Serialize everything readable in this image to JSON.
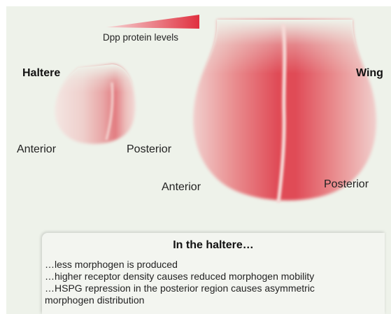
{
  "legend": {
    "label": "Dpp protein levels"
  },
  "haltere": {
    "name": "Haltere",
    "anterior": "Anterior",
    "posterior": "Posterior"
  },
  "wing": {
    "name": "Wing",
    "anterior": "Anterior",
    "posterior": "Posterior"
  },
  "note": {
    "title": "In the haltere…",
    "lines": [
      "…less morphogen is produced",
      "…higher receptor density causes reduced morphogen mobility",
      "…HSPG repression in the posterior region causes asymmetric",
      "morphogen distribution"
    ]
  },
  "colors": {
    "background": "#eef2ea",
    "dpp_high": "#e0303f",
    "dpp_low": "#f2dcd8"
  }
}
